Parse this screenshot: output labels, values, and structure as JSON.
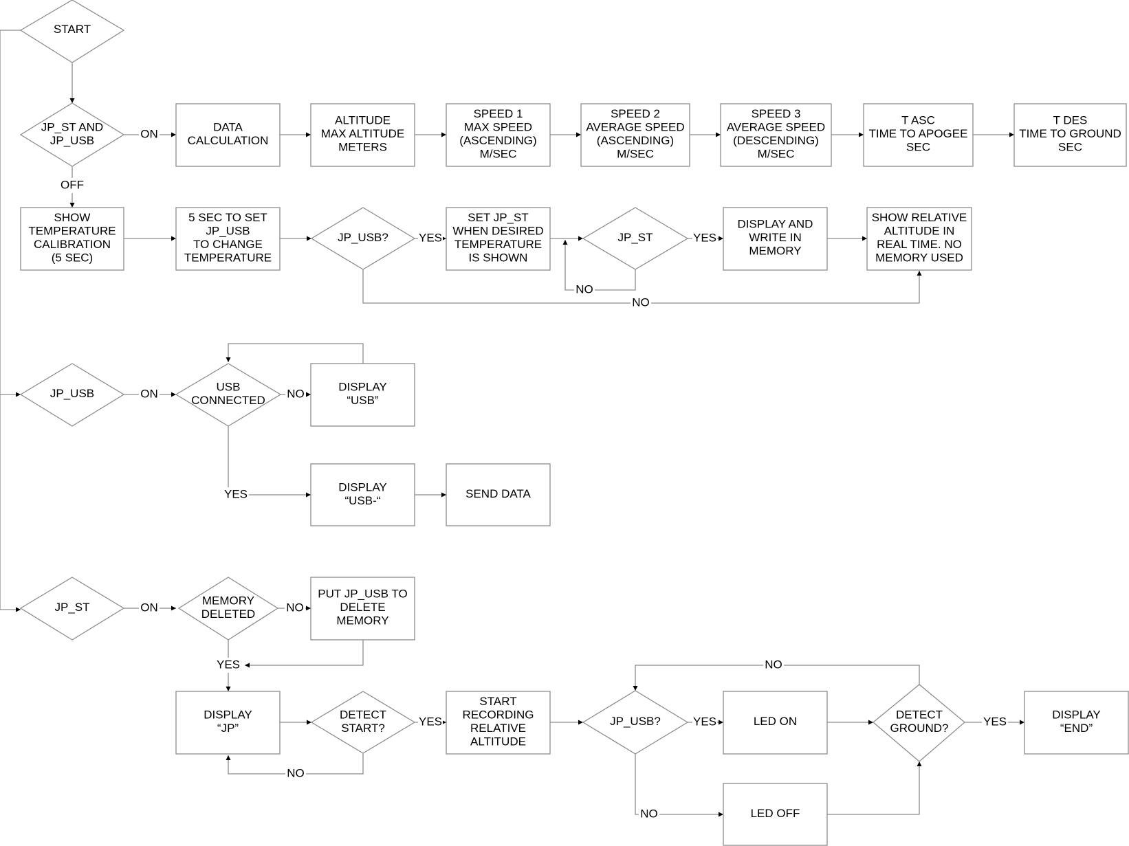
{
  "nodes": {
    "start": [
      "START"
    ],
    "jpst_and_jpusb": [
      "JP_ST AND",
      "JP_USB"
    ],
    "data_calc": [
      "DATA",
      "CALCULATION"
    ],
    "altitude": [
      "ALTITUDE",
      "MAX ALTITUDE",
      "METERS"
    ],
    "speed1": [
      "SPEED 1",
      "MAX SPEED",
      "(ASCENDING)",
      "M/SEC"
    ],
    "speed2": [
      "SPEED 2",
      "AVERAGE SPEED",
      "(ASCENDING)",
      "M/SEC"
    ],
    "speed3": [
      "SPEED 3",
      "AVERAGE SPEED",
      "(DESCENDING)",
      "M/SEC"
    ],
    "tasc": [
      "T ASC",
      "TIME TO APOGEE",
      "SEC"
    ],
    "tdes": [
      "T DES",
      "TIME TO GROUND",
      "SEC"
    ],
    "show_temp": [
      "SHOW",
      "TEMPERATURE",
      "CALIBRATION",
      "(5 SEC)"
    ],
    "five_sec": [
      "5 SEC TO SET",
      "JP_USB",
      "TO CHANGE",
      "TEMPERATURE"
    ],
    "jpusb_q1": [
      "JP_USB?"
    ],
    "set_jpst": [
      "SET JP_ST",
      "WHEN DESIRED",
      "TEMPERATURE",
      "IS SHOWN"
    ],
    "jpst_q": [
      "JP_ST"
    ],
    "display_write": [
      "DISPLAY AND",
      "WRITE IN",
      "MEMORY"
    ],
    "show_relative": [
      "SHOW RELATIVE",
      "ALTITUDE IN",
      "REAL TIME. NO",
      "MEMORY USED"
    ],
    "jp_usb": [
      "JP_USB"
    ],
    "usb_connected": [
      "USB",
      "CONNECTED"
    ],
    "display_usb": [
      "DISPLAY",
      "“USB”"
    ],
    "display_usb_minus": [
      "DISPLAY",
      "“USB-“"
    ],
    "send_data": [
      "SEND DATA"
    ],
    "jp_st": [
      "JP_ST"
    ],
    "memory_deleted": [
      "MEMORY",
      "DELETED"
    ],
    "put_jpusb": [
      "PUT JP_USB TO",
      "DELETE",
      "MEMORY"
    ],
    "display_jp": [
      "DISPLAY",
      "“JP”"
    ],
    "detect_start": [
      "DETECT",
      "START?"
    ],
    "start_recording": [
      "START",
      "RECORDING",
      "RELATIVE",
      "ALTITUDE"
    ],
    "jpusb_q2": [
      "JP_USB?"
    ],
    "led_on": [
      "LED ON"
    ],
    "led_off": [
      "LED OFF"
    ],
    "detect_ground": [
      "DETECT",
      "GROUND?"
    ],
    "display_end": [
      "DISPLAY",
      "“END”"
    ]
  },
  "labels": {
    "on_1": "ON",
    "off_1": "OFF",
    "yes_jpusb1": "YES",
    "no_jpst_loop": "NO",
    "yes_jpst": "YES",
    "no_jpusb1": "NO",
    "on_2": "ON",
    "no_usb": "NO",
    "yes_usb": "YES",
    "on_3": "ON",
    "no_mem": "NO",
    "yes_mem": "YES",
    "yes_detect_start": "YES",
    "no_detect_start": "NO",
    "yes_jpusb2": "YES",
    "no_jpusb2": "NO",
    "no_ground": "NO",
    "yes_ground": "YES"
  }
}
